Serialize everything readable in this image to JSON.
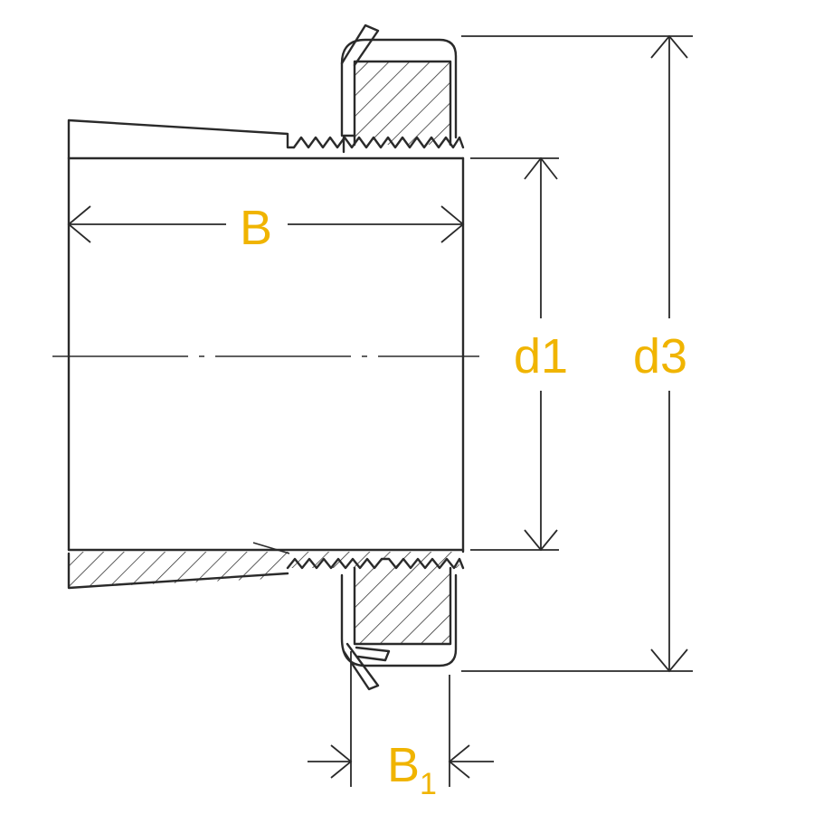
{
  "diagram": {
    "labels": {
      "B": "B",
      "d1": "d1",
      "d3": "d3",
      "B1_main": "B",
      "B1_sub": "1"
    },
    "colors": {
      "label": "#f0b400",
      "line": "#2a2a2a",
      "background": "#ffffff"
    }
  }
}
